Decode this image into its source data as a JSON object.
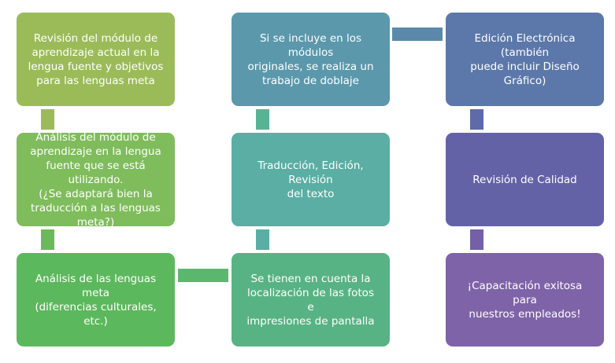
{
  "diagram": {
    "steps": [
      {
        "text": "Revisión del módulo de\naprendizaje actual en la\nlengua fuente y objetivos\npara las lenguas meta",
        "color": "#9bbb59"
      },
      {
        "text": "Análisis del módulo de\naprendizaje en la lengua\nfuente que se está utilizando.\n(¿Se adaptará bien la\ntraducción a las lenguas\nmeta?)",
        "color": "#7fbc5c"
      },
      {
        "text": "Análisis de las lenguas meta\n(diferencias culturales, etc.)",
        "color": "#5cb85c"
      },
      {
        "text": "Se tienen en cuenta la\nlocalización de las fotos e\nimpresiones de pantalla",
        "color": "#58b384"
      },
      {
        "text": "Traducción, Edición,  Revisión\ndel texto",
        "color": "#5aaea3"
      },
      {
        "text": "Si se incluye en los módulos\noriginales, se realiza un\ntrabajo de doblaje",
        "color": "#5b98ab"
      },
      {
        "text": "Edición Electrónica (también\npuede incluir Diseño Gráfico)",
        "color": "#5c78aa"
      },
      {
        "text": "Revisión de Calidad",
        "color": "#6462a6"
      },
      {
        "text": "¡Capacitación exitosa para\nnuestros empleados!",
        "color": "#7f63a8"
      }
    ],
    "connectors": [
      "#9bbb59",
      "#6cb95c",
      "#5cb76e",
      "#5aaea3",
      "#58b394",
      "#5b89ab",
      "#5f6aa8",
      "#7360a7"
    ]
  }
}
